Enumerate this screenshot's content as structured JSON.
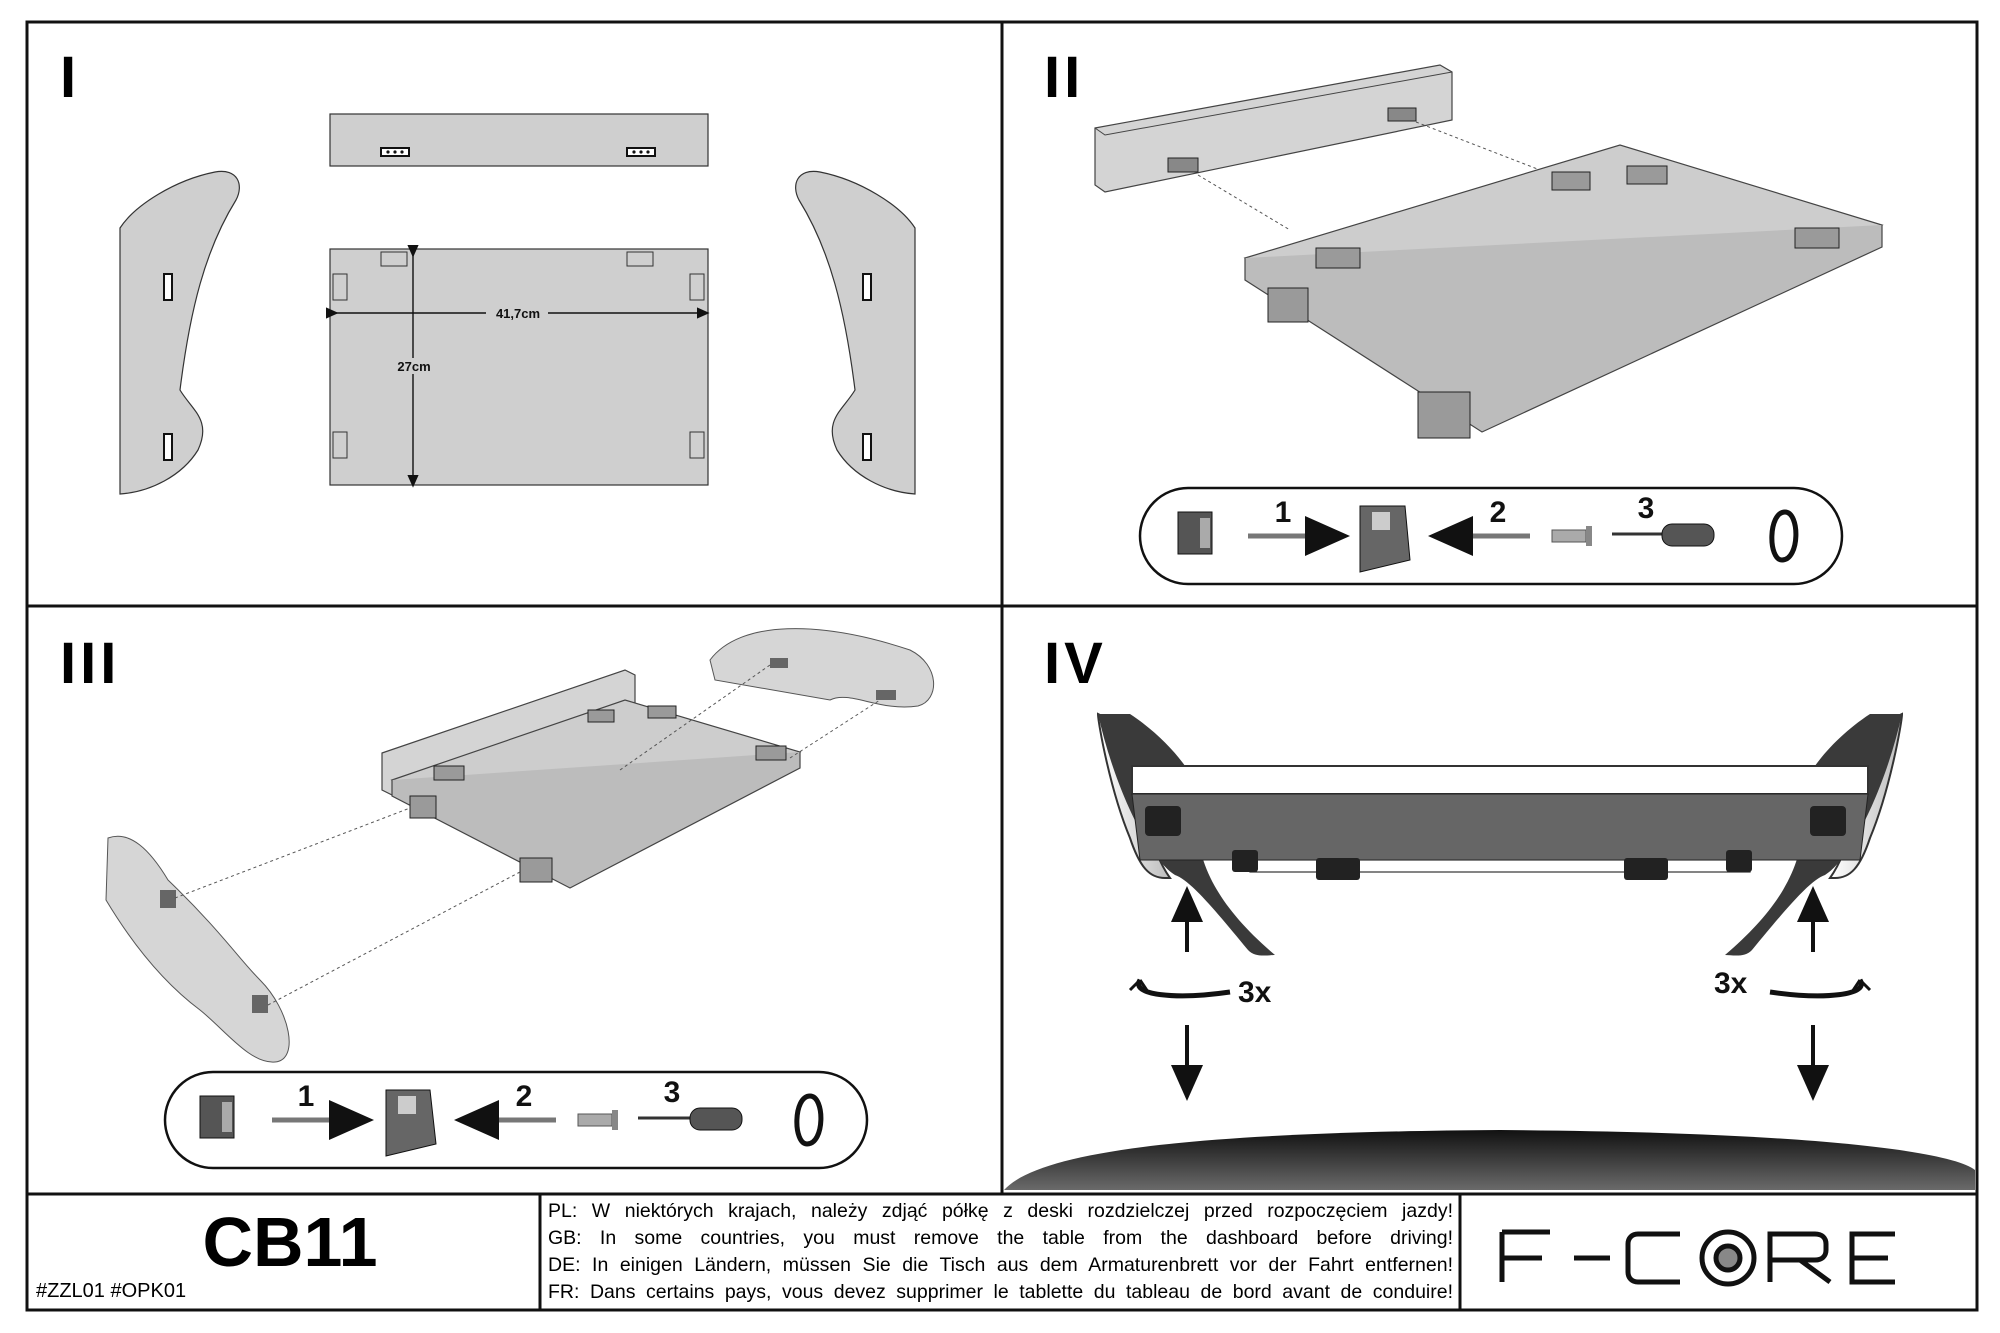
{
  "panels": {
    "p1": {
      "numeral": "I",
      "width_label": "41,7cm",
      "height_label": "27cm"
    },
    "p2": {
      "numeral": "II",
      "steps": [
        "1",
        "2",
        "3"
      ]
    },
    "p3": {
      "numeral": "III",
      "steps": [
        "1",
        "2",
        "3"
      ]
    },
    "p4": {
      "numeral": "IV",
      "left_count": "3x",
      "right_count": "3x"
    }
  },
  "footer": {
    "model": "CB11",
    "codes": "#ZZL01  #OPK01",
    "warnings": [
      "PL: W niektórych krajach, należy zdjąć półkę z deski rozdzielczej przed rozpoczęciem jazdy!",
      "GB: In some countries, you must remove the table from the dashboard before driving!",
      "DE: In einigen Ländern, müssen Sie die Tisch aus dem Armaturenbrett vor der Fahrt entfernen!",
      "FR: Dans certains pays, vous devez supprimer le tablette du tableau de bord avant de conduire!"
    ],
    "brand": "F-CORE"
  }
}
